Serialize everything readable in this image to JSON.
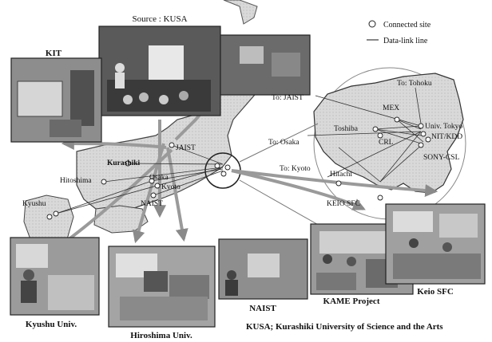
{
  "legend": {
    "connected_site": "Connected site",
    "data_link_line": "Data-link line"
  },
  "photos": {
    "source": "Source : KUSA",
    "kit": "KIT",
    "kyushu": "Kyushu Univ.",
    "hiroshima": "Hiroshima Univ.",
    "naist": "NAIST",
    "kame": "KAME Project",
    "keio": "Keio SFC"
  },
  "sites_west": {
    "kurashiki": "Kurashiki",
    "jaist": "JAIST",
    "hitoshima": "Hitoshima",
    "osaka": "Osaka",
    "kyoto": "Kyoto",
    "naist": "NAIST",
    "kyushu": "Kyushu"
  },
  "sites_east": {
    "to_tohoku": "To: Tohoku",
    "mex": "MEX",
    "to_jaist": "To: JAIST",
    "toshiba": "Toshiba",
    "univ_tokyo": "Univ. Tokyo",
    "nit_kdd": "NIT/KDD",
    "crl": "CRL",
    "to_osaka": "To: Osaka",
    "sony_csl": "SONY-CSL",
    "to_kyoto": "To: Kyoto",
    "hitachi": "Hitachi",
    "keio_sfc": "KEIO SFC"
  },
  "footnote": "KUSA; Kurashiki University of Science and the Arts"
}
